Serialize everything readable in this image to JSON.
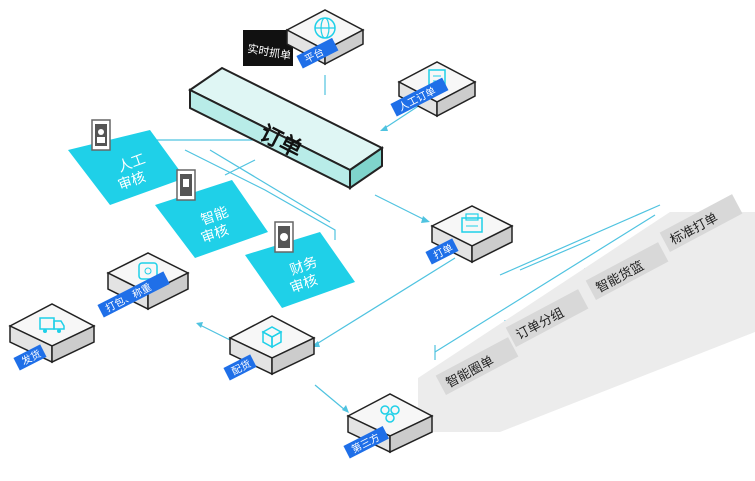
{
  "title_main": "订单",
  "tag_realtime": "实时抓单",
  "nodes": {
    "platform": "平台",
    "manual_order": "人工订单",
    "print": "打单",
    "pack_weigh": "打包、称重",
    "ship": "发货",
    "distribute": "配货",
    "third_party": "第三方"
  },
  "reviews": {
    "manual": [
      "人工",
      "审核"
    ],
    "smart": [
      "智能",
      "审核"
    ],
    "finance": [
      "财务",
      "审核"
    ]
  },
  "panel_items": [
    "标准打单",
    "智能货篮",
    "订单分组",
    "智能圈单"
  ],
  "colors": {
    "cyan": "#1fd0e8",
    "blue": "#1f6fe8",
    "line": "#4fc3e0",
    "order_bar": "#b8ece8",
    "panel": "#e8e8e8"
  },
  "icons": {
    "platform": "globe-icon",
    "manual_order": "document-icon",
    "print": "printer-icon",
    "pack_weigh": "scale-icon",
    "ship": "truck-icon",
    "distribute": "box-icon",
    "third_party": "people-icon",
    "manual_review": "user-badge-icon",
    "smart_review": "tablet-icon",
    "finance_review": "coin-icon"
  }
}
